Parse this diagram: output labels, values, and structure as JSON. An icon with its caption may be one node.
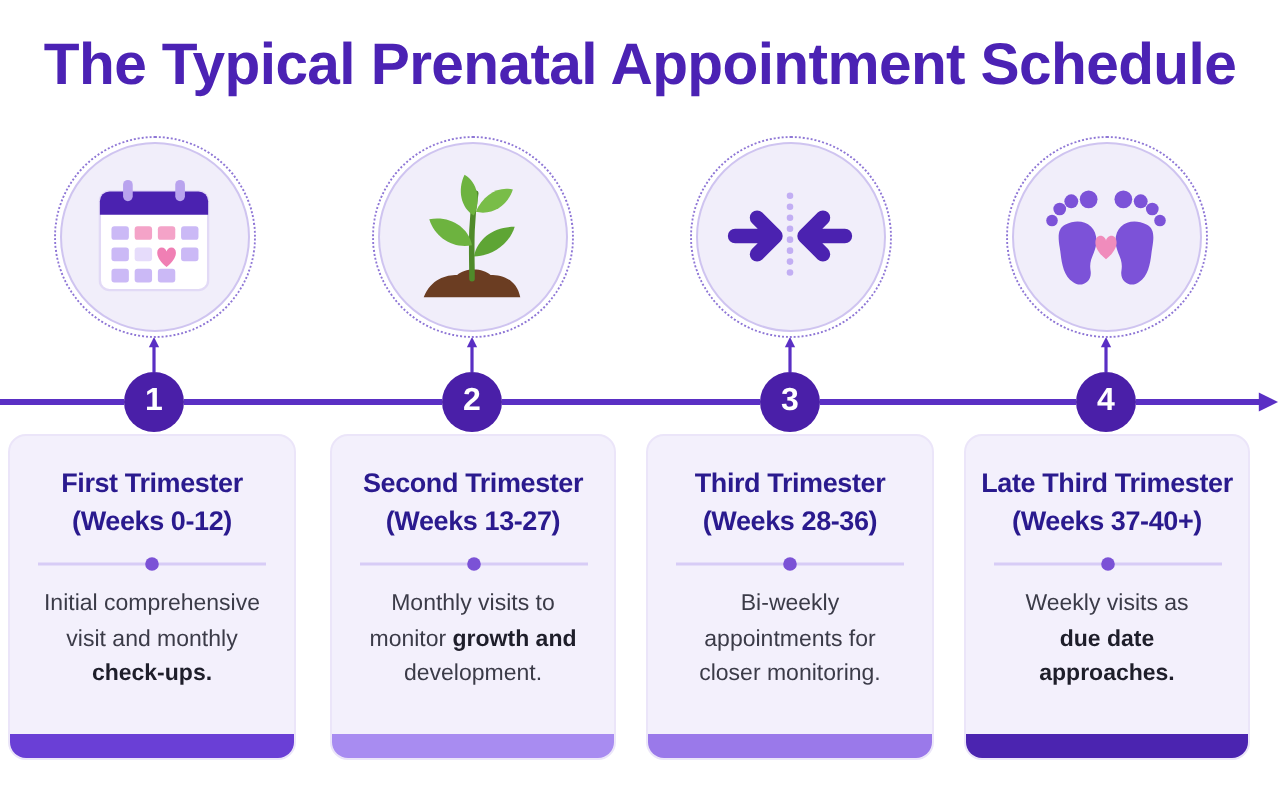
{
  "diagram": {
    "title": "The Typical Prenatal Appointment Schedule",
    "nodes": [
      {
        "text": [],
        "shape": "picture"
      },
      {
        "text": [],
        "shape": "picture"
      },
      {
        "text": [],
        "shape": "picture"
      },
      {
        "text": [],
        "shape": "picture"
      },
      {
        "text": [
          "1"
        ]
      },
      {
        "text": [
          "2"
        ]
      },
      {
        "text": [
          "3"
        ]
      },
      {
        "text": [
          "4"
        ]
      },
      {
        "text": [
          "First Trimester",
          "(Weeks 0-12)",
          "Initial comprehensive visit and monthly **check-ups.**"
        ]
      },
      {
        "text": [
          "Second Trimester",
          "(Weeks 13-27)",
          "Monthly visits to monitor **growth and** development."
        ]
      },
      {
        "text": [
          "Third Trimester",
          "(Weeks 28-36)",
          "Bi-weekly appointments for closer monitoring."
        ]
      },
      {
        "text": [
          "Late Third Trimester",
          "(Weeks 37-40+)",
          "Weekly visits as **due date approaches.**"
        ]
      }
    ],
    "edges": [
      {
        "from": 4,
        "to": 0,
        "arrow": "to"
      },
      {
        "from": 5,
        "to": 1,
        "arrow": "to"
      },
      {
        "from": 6,
        "to": 2,
        "arrow": "to"
      },
      {
        "from": 7,
        "to": 3,
        "arrow": "to"
      },
      {
        "from": null,
        "to": 4,
        "arrow": "none"
      },
      {
        "from": 4,
        "to": 5,
        "arrow": "none"
      },
      {
        "from": 5,
        "to": 6,
        "arrow": "none"
      },
      {
        "from": 6,
        "to": 7,
        "arrow": "none"
      },
      {
        "from": 7,
        "to": null,
        "arrow": "to"
      }
    ]
  }
}
